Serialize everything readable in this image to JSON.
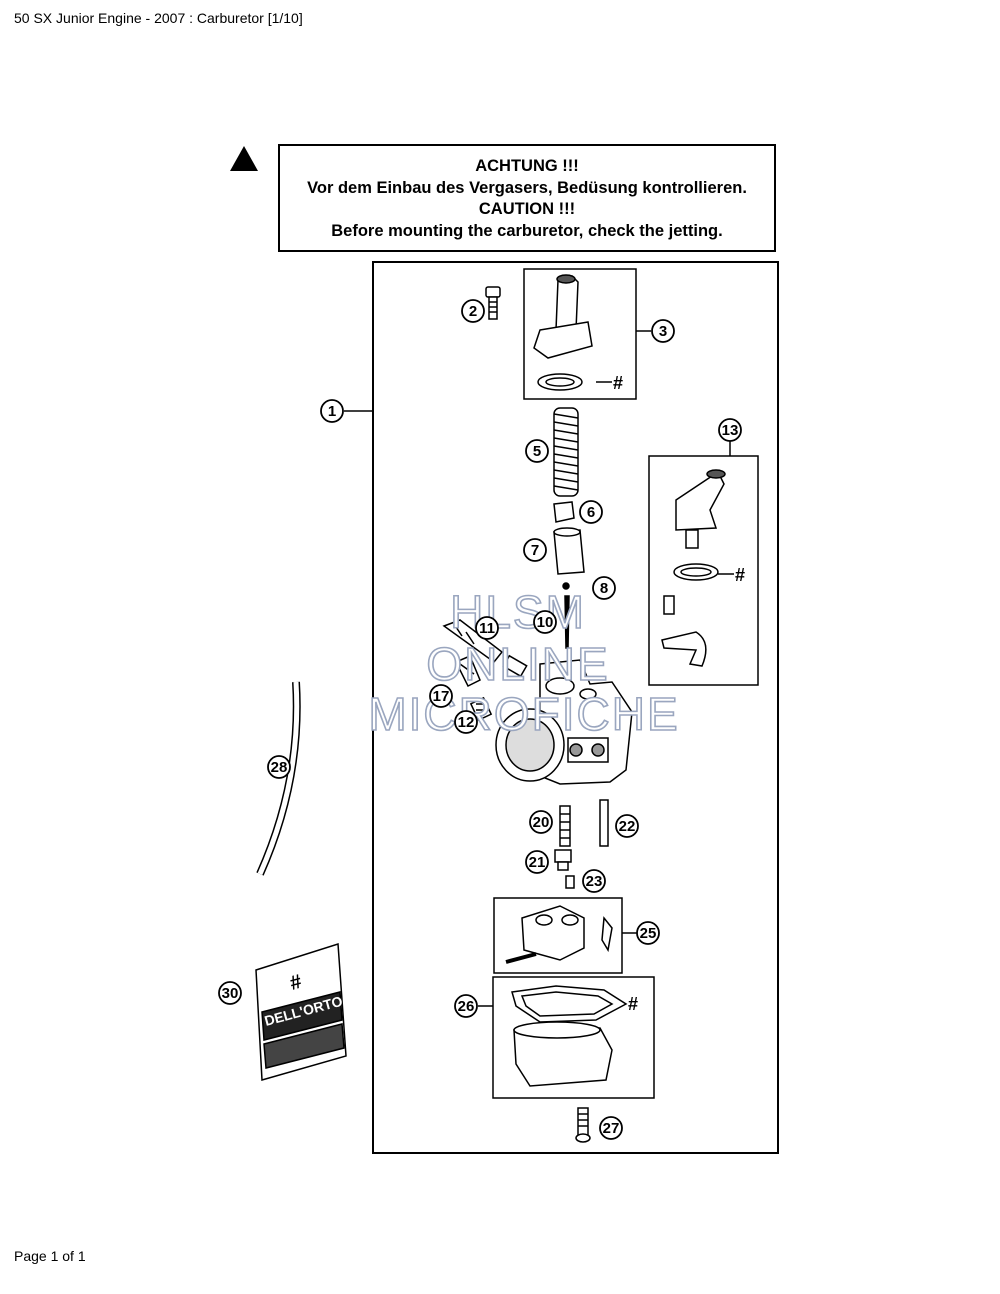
{
  "page": {
    "title": "50 SX Junior Engine - 2007 : Carburetor [1/10]",
    "footer": "Page 1 of 1"
  },
  "warning": {
    "icon": "warning-triangle-icon",
    "line1": "ACHTUNG !!!",
    "line2": "Vor dem Einbau des Vergasers, Bedüsung kontrollieren.",
    "line3": "CAUTION !!!",
    "line4": "Before mounting the carburetor, check the jetting."
  },
  "callouts": [
    "1",
    "2",
    "3",
    "5",
    "6",
    "7",
    "8",
    "10",
    "11",
    "12",
    "13",
    "17",
    "20",
    "21",
    "22",
    "23",
    "25",
    "26",
    "27",
    "28",
    "30"
  ],
  "markers": {
    "hash": "#"
  },
  "watermark": {
    "line1": "HLSM",
    "line2": "ONLINE",
    "line3": "MICROFICHE"
  },
  "bag_label": {
    "brand": "DELL'ORTO",
    "mark": "#"
  }
}
